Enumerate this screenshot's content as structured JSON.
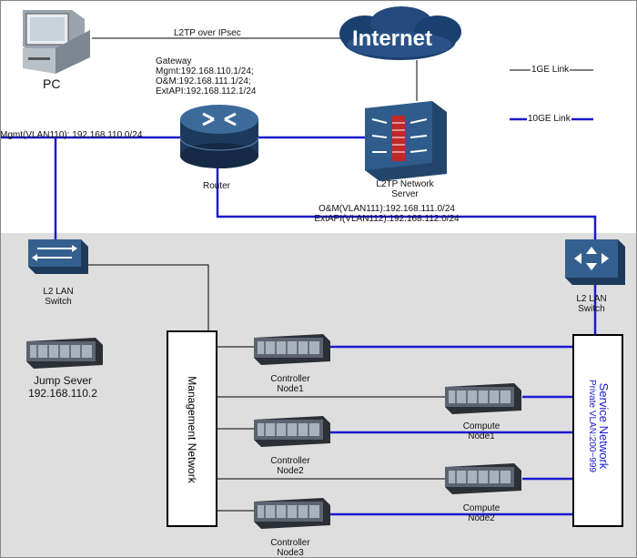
{
  "labels": {
    "pc": "PC",
    "tunnel": "L2TP over IPsec",
    "internet": "Internet",
    "gateway": [
      "Gateway",
      "Mgmt:192.168.110.1/24;",
      "O&M:192.168.111.1/24;",
      "ExtAPI:192.168.112.1/24"
    ],
    "mgmt_vlan": "Mgmt(VLAN110): 192.168.110.0/24",
    "router": "Router",
    "l2tp_server": [
      "L2TP Network",
      "Server"
    ],
    "om_api": [
      "O&M(VLAN111):192.168.111.0/24",
      "ExtAPI(VLAN112):192.168.112.0/24"
    ],
    "l2_switch_left": [
      "L2 LAN",
      "Switch"
    ],
    "l2_switch_right": [
      "L2 LAN",
      "Switch"
    ],
    "jump_server": [
      "Jump Sever",
      "192.168.110.2"
    ],
    "management_network": "Management Network",
    "service_network": "Service Network",
    "private_vlan": "Private VLAN:200~999",
    "controller1": [
      "Controller",
      "Node1"
    ],
    "controller2": [
      "Controller",
      "Node2"
    ],
    "controller3": [
      "Controller",
      "Node3"
    ],
    "compute1": [
      "Compute",
      "Node1"
    ],
    "compute2": [
      "Compute",
      "Node2"
    ]
  },
  "legend": [
    {
      "label": "1GE Link",
      "color": "#000000"
    },
    {
      "label": "10GE Link",
      "color": "#1a1ad0"
    }
  ],
  "colors": {
    "link_1ge": "#000000",
    "link_10ge": "#1a1ad0",
    "zone_bg": "#dedede",
    "internet_cloud": "#1b3f6e",
    "device_blue": "#2a5580"
  },
  "icons": {
    "pc": "desktop-pc-icon",
    "internet": "cloud-icon",
    "router": "router-icon",
    "l2tp_server": "firewall-icon",
    "switch_left": "l2-switch-icon",
    "switch_right": "l2-switch-icon",
    "servers": "rack-server-icon"
  }
}
